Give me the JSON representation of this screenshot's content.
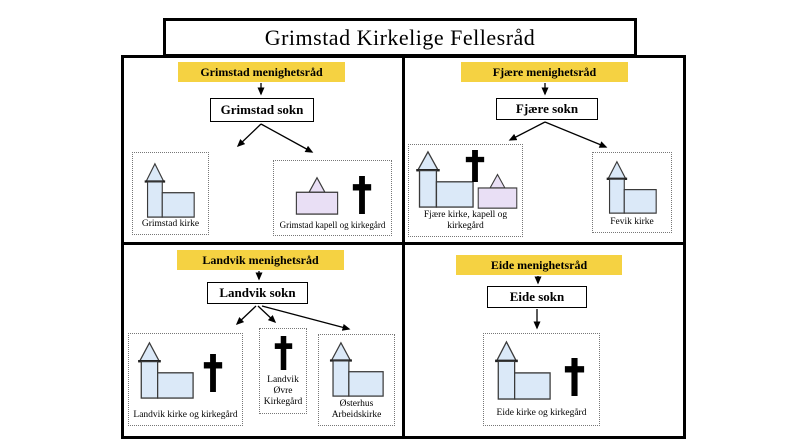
{
  "title": "Grimstad Kirkelige Fellesråd",
  "colors": {
    "council_background": "#F5D242",
    "church_fill": "#DBE9F8",
    "chapel_fill": "#E9DFF5",
    "cross": "#000000",
    "frame_border": "#000000"
  },
  "quadrants": {
    "grimstad": {
      "council": "Grimstad menighetsråd",
      "parish": "Grimstad sokn",
      "leaves": {
        "kirke": {
          "label": "Grimstad kirke",
          "icons": [
            "church-icon"
          ]
        },
        "kapell": {
          "label": "Grimstad kapell og kirkegård",
          "icons": [
            "chapel-icon",
            "cross-icon"
          ]
        }
      }
    },
    "fjaere": {
      "council": "Fjære menighetsråd",
      "parish": "Fjære sokn",
      "leaves": {
        "kirke": {
          "label": "Fjære kirke, kapell og\nkirkegård",
          "icons": [
            "church-icon",
            "cross-icon",
            "chapel-icon"
          ]
        },
        "fevik": {
          "label": "Fevik kirke",
          "icons": [
            "church-icon"
          ]
        }
      }
    },
    "landvik": {
      "council": "Landvik menighetsråd",
      "parish": "Landvik sokn",
      "leaves": {
        "kirke": {
          "label": "Landvik kirke og kirkegård",
          "icons": [
            "church-icon",
            "cross-icon"
          ]
        },
        "ovre": {
          "label": "Landvik\nØvre\nKirkegård",
          "icons": [
            "cross-icon"
          ]
        },
        "osterhus": {
          "label": "Østerhus\nArbeidskirke",
          "icons": [
            "church-icon"
          ]
        }
      }
    },
    "eide": {
      "council": "Eide menighetsråd",
      "parish": "Eide sokn",
      "leaves": {
        "kirke": {
          "label": "Eide kirke og kirkegård",
          "icons": [
            "church-icon",
            "cross-icon"
          ]
        }
      }
    }
  }
}
